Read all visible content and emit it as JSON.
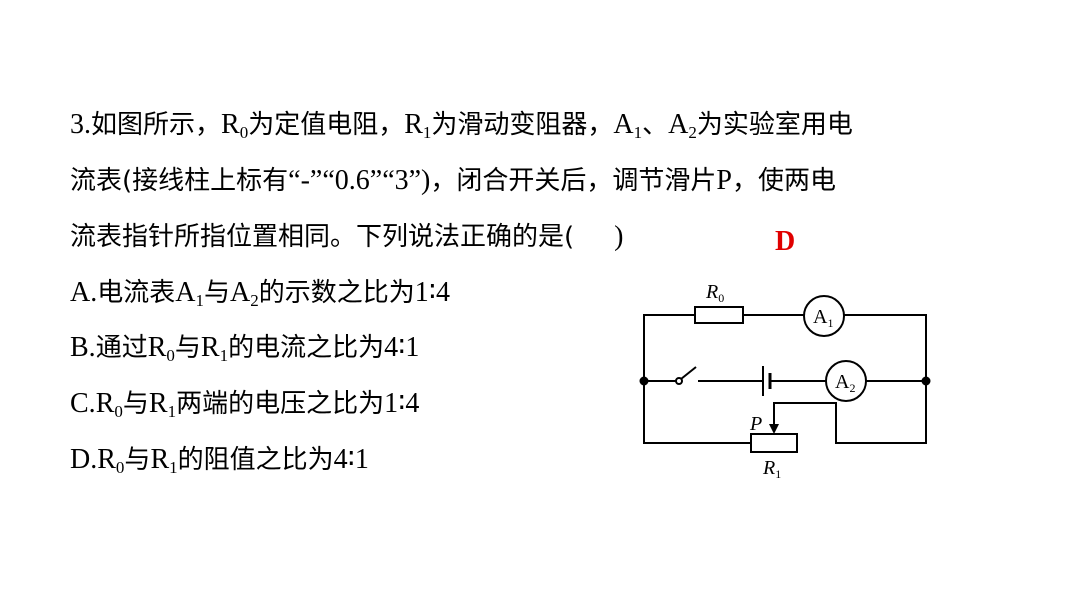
{
  "question": {
    "line1": [
      "3.",
      "如图所示，",
      "R",
      "0",
      "为定值电阻，",
      "R",
      "1",
      "为滑动变阻器，",
      "A",
      "1",
      "、",
      "A",
      "2",
      "为实验室用电"
    ],
    "line2": [
      "流表(接线柱上标有",
      "“-”“0.6”“3”)",
      "，闭合开关后，调节滑片",
      "P",
      "，使两电"
    ],
    "line3": [
      "流表指针所指位置相同。下列说法正确的是(",
      ")"
    ],
    "answer": "D"
  },
  "options": [
    {
      "parts": [
        "A.",
        "电流表",
        "A",
        "1",
        "与",
        "A",
        "2",
        "的示数之比为",
        "1∶4"
      ]
    },
    {
      "parts": [
        "B.",
        "通过",
        "R",
        "0",
        "与",
        "R",
        "1",
        "的电流之比为",
        "4∶1"
      ]
    },
    {
      "parts": [
        "C.",
        "R",
        "0",
        "与",
        "R",
        "1",
        "两端的电压之比为",
        "1∶4"
      ]
    },
    {
      "parts": [
        "D.",
        "R",
        "0",
        "与",
        "R",
        "1",
        "的阻值之比为",
        "4∶1"
      ]
    }
  ],
  "diagram": {
    "r0": "R",
    "r0_sub": "0",
    "a1": "A",
    "a1_sub": "1",
    "a2": "A",
    "a2_sub": "2",
    "p": "P",
    "r1": "R",
    "r1_sub": "1"
  }
}
